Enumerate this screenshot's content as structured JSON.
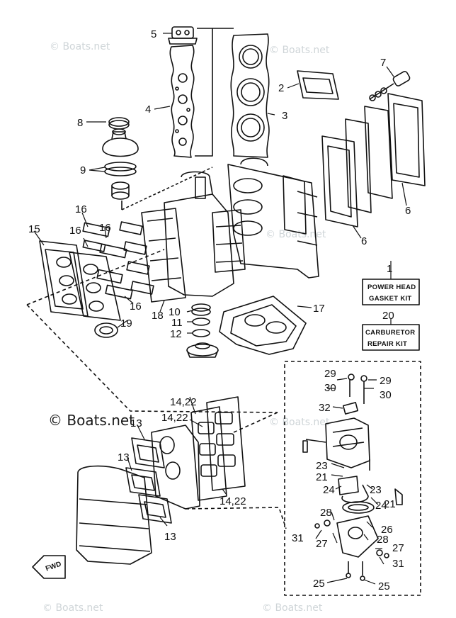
{
  "watermark": {
    "text": "© Boats.net",
    "color": "#cfd5d8"
  },
  "callouts": [
    {
      "id": "c5",
      "text": "5"
    },
    {
      "id": "c4",
      "text": "4"
    },
    {
      "id": "c8",
      "text": "8"
    },
    {
      "id": "c9",
      "text": "9"
    },
    {
      "id": "c3",
      "text": "3"
    },
    {
      "id": "c2",
      "text": "2"
    },
    {
      "id": "c7",
      "text": "7"
    },
    {
      "id": "c6a",
      "text": "6"
    },
    {
      "id": "c6b",
      "text": "6"
    },
    {
      "id": "c15",
      "text": "15"
    },
    {
      "id": "c16a",
      "text": "16"
    },
    {
      "id": "c16b",
      "text": "16"
    },
    {
      "id": "c16c",
      "text": "16"
    },
    {
      "id": "c16d",
      "text": "16"
    },
    {
      "id": "c18",
      "text": "18"
    },
    {
      "id": "c19",
      "text": "19"
    },
    {
      "id": "c10",
      "text": "10"
    },
    {
      "id": "c11",
      "text": "11"
    },
    {
      "id": "c12",
      "text": "12"
    },
    {
      "id": "c17",
      "text": "17"
    },
    {
      "id": "c1",
      "text": "1"
    },
    {
      "id": "c20",
      "text": "20"
    },
    {
      "id": "c13a",
      "text": "13"
    },
    {
      "id": "c13b",
      "text": "13"
    },
    {
      "id": "c13c",
      "text": "13"
    },
    {
      "id": "c14a",
      "text": "14,22"
    },
    {
      "id": "c14b",
      "text": "14,22"
    },
    {
      "id": "c14c",
      "text": "14,22"
    },
    {
      "id": "c29a",
      "text": "29"
    },
    {
      "id": "c29b",
      "text": "29"
    },
    {
      "id": "c30a",
      "text": "30"
    },
    {
      "id": "c30b",
      "text": "30"
    },
    {
      "id": "c32",
      "text": "32"
    },
    {
      "id": "c23a",
      "text": "23"
    },
    {
      "id": "c21a",
      "text": "21"
    },
    {
      "id": "c24a",
      "text": "24"
    },
    {
      "id": "c23b",
      "text": "23"
    },
    {
      "id": "c24b",
      "text": "24"
    },
    {
      "id": "c21b",
      "text": "21"
    },
    {
      "id": "c28a",
      "text": "28"
    },
    {
      "id": "c26",
      "text": "26"
    },
    {
      "id": "c28b",
      "text": "28"
    },
    {
      "id": "c31a",
      "text": "31"
    },
    {
      "id": "c27a",
      "text": "27"
    },
    {
      "id": "c27b",
      "text": "27"
    },
    {
      "id": "c31b",
      "text": "31"
    },
    {
      "id": "c25a",
      "text": "25"
    },
    {
      "id": "c25b",
      "text": "25"
    }
  ],
  "kits": {
    "power_head_line1": "POWER HEAD",
    "power_head_line2": "GASKET KIT",
    "carburetor_line1": "CARBURETOR",
    "carburetor_line2": "REPAIR KIT"
  },
  "fwd_label": "FWD"
}
